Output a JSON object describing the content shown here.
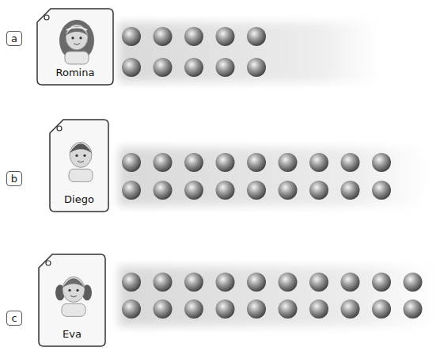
{
  "diagram": {
    "nodes": [
      {
        "text": [
          "a"
        ]
      },
      {
        "text": [
          "Romina"
        ]
      },
      {
        "text": [
          "b"
        ]
      },
      {
        "text": [
          "Diego"
        ]
      },
      {
        "text": [
          "c"
        ]
      },
      {
        "text": [
          "Eva"
        ]
      }
    ]
  }
}
